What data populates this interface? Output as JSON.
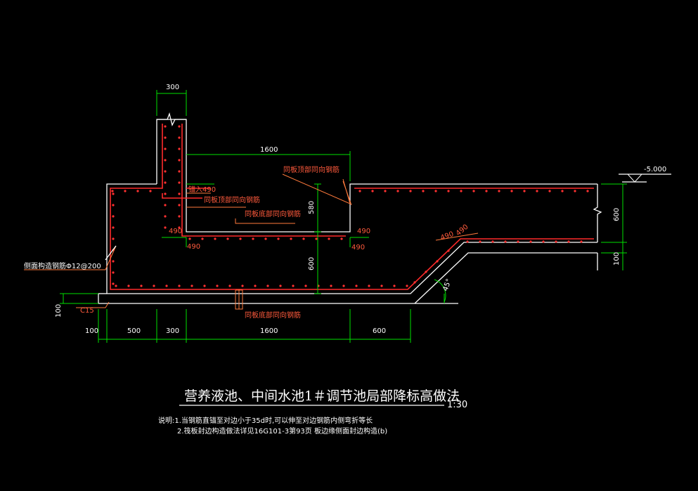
{
  "colors": {
    "background": "#000000",
    "concrete_outline": "#ffffff",
    "rebar": "#ff2a2a",
    "dimension": "#00e000",
    "leader": "#ff7a3c"
  },
  "dimensions": {
    "top_wall_width": "300",
    "inner_span": "1600",
    "depth_580": "580",
    "depth_600_left": "600",
    "right_600": "600",
    "right_100": "100",
    "left_100": "100",
    "bottom_100": "100",
    "bottom_500": "500",
    "bottom_300": "300",
    "bottom_1600": "1600",
    "bottom_600": "600",
    "angle": "45°"
  },
  "elevation": "-5.000",
  "labels": {
    "anchor_490": "锚入490",
    "same_plate_top_1": "同板顶部同向钢筋",
    "same_plate_top_2": "同板顶部同向钢筋",
    "same_plate_bottom": "同板底部同向钢筋",
    "same_plate_base": "同板底部同向钢筋",
    "lap_490_a": "490",
    "lap_490_b": "490",
    "lap_490_c": "490",
    "lap_490_d": "490",
    "lap_490_e": "490",
    "lap_490_f": "490",
    "side_rebar": "侧面构造钢筋Φ12@200",
    "cushion": "C15"
  },
  "title": "营养液池、中间水池1＃调节池局部降标高做法",
  "scale": "1:30",
  "notes": {
    "note1": "说明:1.当钢筋直锚至对边小于35d时,可以伸至对边钢筋内侧弯折等长",
    "note2": "2.筏板封边构造做法详见16G101-3第93页 板边缘侧面封边构造(b)"
  }
}
